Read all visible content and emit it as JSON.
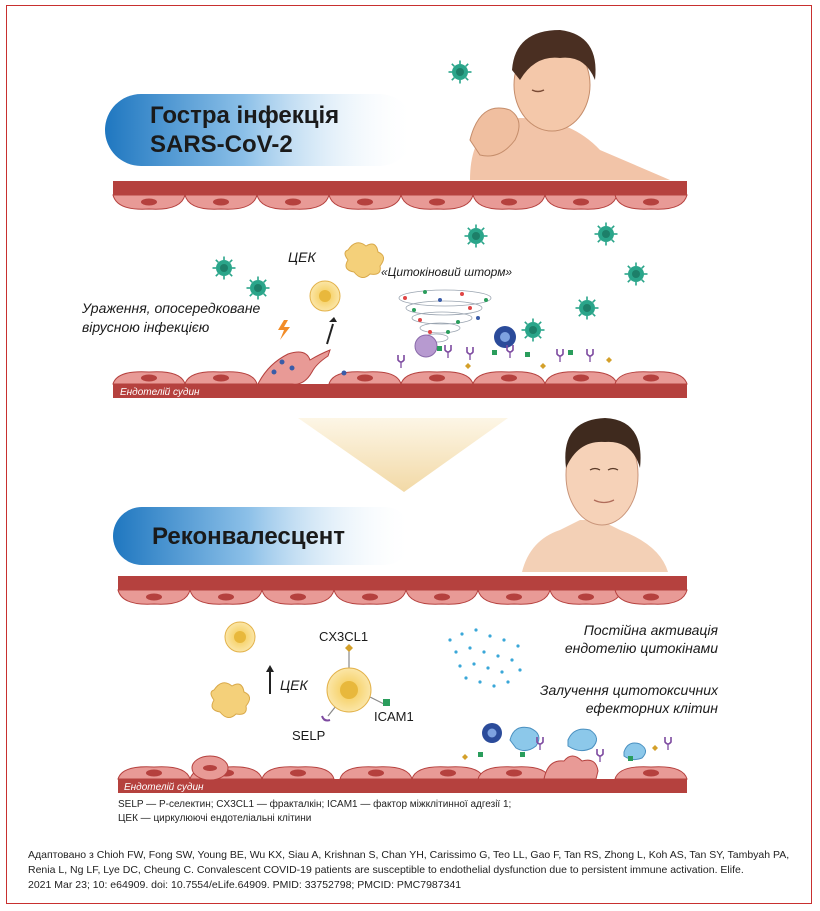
{
  "top_section": {
    "title_line1": "Гостра інфекція",
    "title_line2": "SARS-CoV-2",
    "label_cec": "ЦЕК",
    "label_cytokine_storm": "«Цитокіновий шторм»",
    "label_damage_line1": "Ураження, опосередковане",
    "label_damage_line2": "вірусною інфекцією",
    "label_endothelium": "Ендотелій судин"
  },
  "bottom_section": {
    "title": "Реконвалесцент",
    "label_cx3cl1": "CX3CL1",
    "label_icam1": "ICAM1",
    "label_selp": "SELP",
    "label_cec": "ЦЕК",
    "label_activation_line1": "Постійна активація",
    "label_activation_line2": "ендотелію цитокінами",
    "label_recruit_line1": "Залучення цитотоксичних",
    "label_recruit_line2": "ефекторних клітин",
    "label_endothelium": "Ендотелій судин"
  },
  "legend": {
    "line1": "SELP — Р-селектин; CX3CL1 — фракталкін; ICAM1 — фактор міжклітинної адгезії 1;",
    "line2": "ЦЕК — циркулюючі ендотеліальні клітини"
  },
  "citation": {
    "line1": "Адаптовано з Chioh FW, Fong SW, Young BE, Wu KX, Siau A, Krishnan S, Chan YH, Carissimo G, Teo LL, Gao F, Tan RS, Zhong L, Koh AS, Tan SY, Tambyah PA,",
    "line2": "Renia L, Ng LF, Lye DC, Cheung C. Convalescent COVID-19 patients are susceptible to endothelial dysfunction due to persistent immune activation. Elife.",
    "line3": "2021 Mar 23; 10: e64909. doi: 10.7554/eLife.64909. PMID: 33752798; PMCID: PMC7987341"
  },
  "colors": {
    "frame": "#c8302f",
    "vessel": "#b5413e",
    "endothelial_cell": "#e89a96",
    "cec_cell": "#f6d27a",
    "virus": "#2aa58a",
    "banner": "#1f77c0"
  }
}
